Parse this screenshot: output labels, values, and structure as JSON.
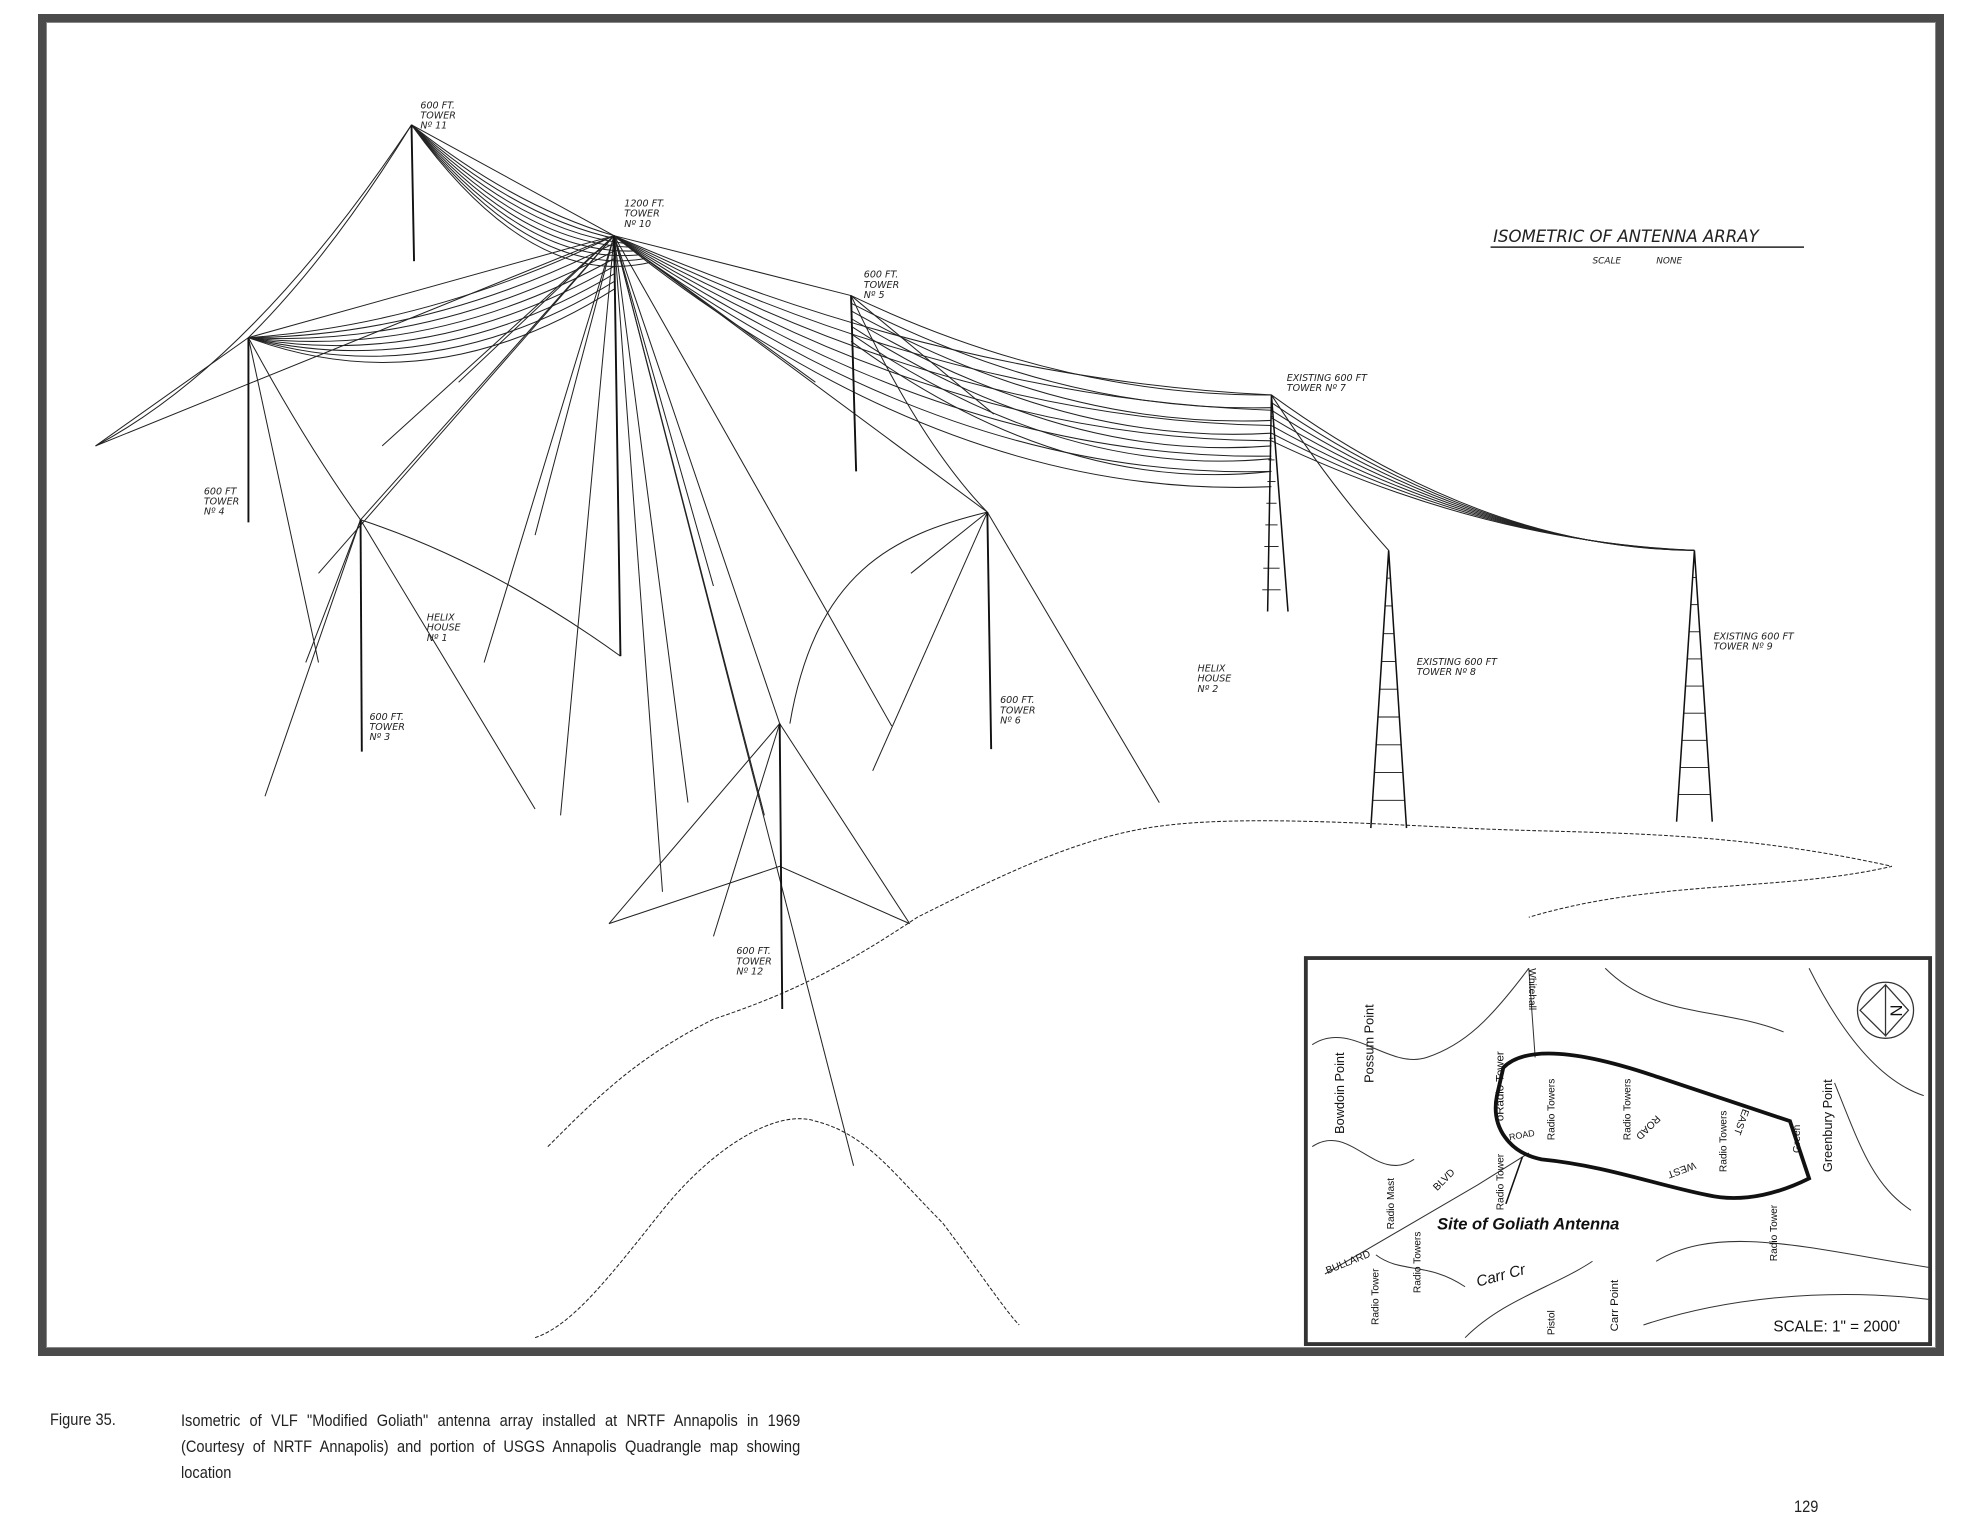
{
  "drawing": {
    "title": "ISOMETRIC OF ANTENNA ARRAY",
    "scale_label": "SCALE",
    "scale_value": "NONE",
    "towers": [
      {
        "lines": [
          "600 FT.",
          "TOWER",
          "Nº 11"
        ]
      },
      {
        "lines": [
          "1200 FT.",
          "TOWER",
          "Nº 10"
        ]
      },
      {
        "lines": [
          "600 FT.",
          "TOWER",
          "Nº 5"
        ]
      },
      {
        "lines": [
          "EXISTING 600 FT",
          "TOWER Nº 7"
        ]
      },
      {
        "lines": [
          "600 FT",
          "TOWER",
          "Nº 4"
        ]
      },
      {
        "lines": [
          "HELIX",
          "HOUSE",
          "Nº 1"
        ]
      },
      {
        "lines": [
          "600 FT.",
          "TOWER",
          "Nº 3"
        ]
      },
      {
        "lines": [
          "600 FT.",
          "TOWER",
          "Nº 6"
        ]
      },
      {
        "lines": [
          "HELIX",
          "HOUSE",
          "Nº 2"
        ]
      },
      {
        "lines": [
          "EXISTING 600 FT",
          "TOWER Nº 8"
        ]
      },
      {
        "lines": [
          "EXISTING 600 FT",
          "TOWER Nº 9"
        ]
      },
      {
        "lines": [
          "600 FT.",
          "TOWER",
          "Nº 12"
        ]
      }
    ]
  },
  "map": {
    "site_label": "Site of Goliath Antenna",
    "scale": "SCALE: 1\" = 2000'",
    "north": "N",
    "labels": [
      "Bowdoin Point",
      "Possum Point",
      "oRadio Tower",
      "Radio Towers",
      "Radio Towers",
      "Radio Towers",
      "Greenbury Point",
      "Radio Tower",
      "Radio Mast",
      "Radio Towers",
      "Radio Tower",
      "Carr Point",
      "Pistol",
      "Radio Tower",
      "Whitehall",
      "Carr Cr",
      "BULLARD",
      "BLVD",
      "WEST",
      "ROAD",
      "EAST",
      "Green",
      "ROAD"
    ]
  },
  "caption": {
    "figure": "Figure 35.",
    "text": "Isometric of VLF \"Modified Goliath\" antenna array installed at NRTF Annapolis in 1969 (Courtesy of NRTF Annapolis) and portion of USGS Annapolis Quadrangle map showing location"
  },
  "page_number": "129"
}
